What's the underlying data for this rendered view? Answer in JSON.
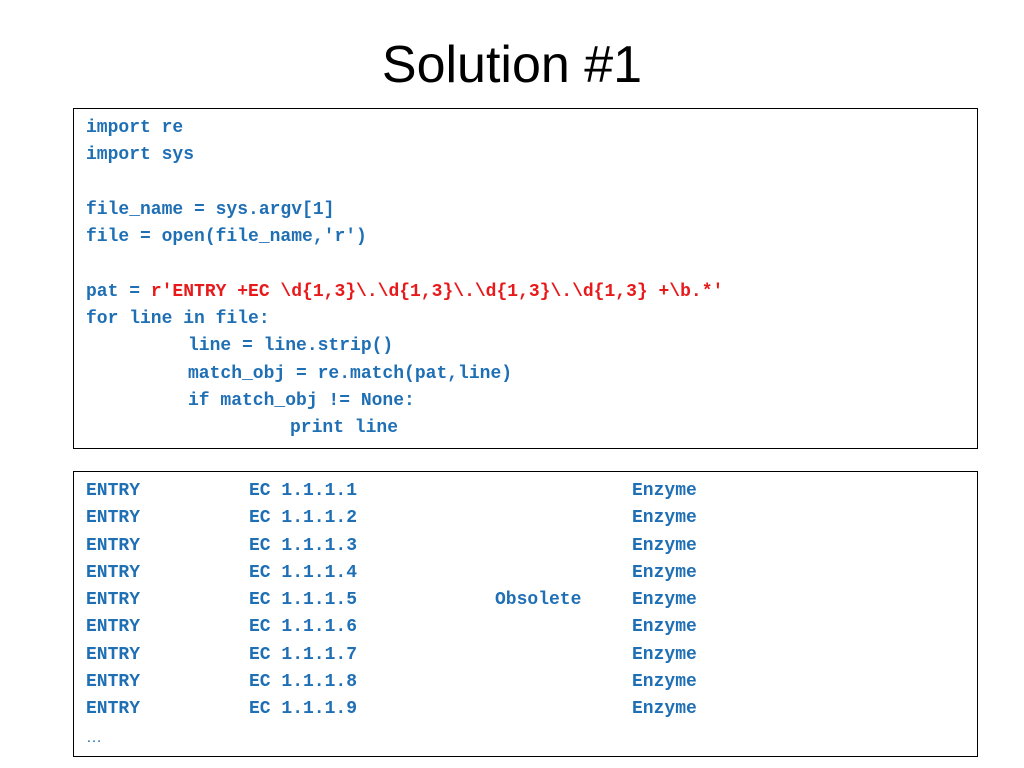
{
  "title": "Solution #1",
  "source_code": {
    "line1": "import re",
    "line2": "import sys",
    "line3": "file_name = sys.argv[1]",
    "line4": "file = open(file_name,'r')",
    "line5_prefix": "pat = ",
    "line5_string": "r'ENTRY +EC \\d{1,3}\\.\\d{1,3}\\.\\d{1,3}\\.\\d{1,3} +\\b.*'",
    "line6": "for line in file:",
    "line7": "line = line.strip()",
    "line8": "match_obj = re.match(pat,line)",
    "line9": "if match_obj != None:",
    "line10": "print line"
  },
  "output": {
    "rows": [
      {
        "entry": "ENTRY",
        "ec": "EC 1.1.1.1",
        "status": "",
        "type": "Enzyme"
      },
      {
        "entry": "ENTRY",
        "ec": "EC 1.1.1.2",
        "status": "",
        "type": "Enzyme"
      },
      {
        "entry": "ENTRY",
        "ec": "EC 1.1.1.3",
        "status": "",
        "type": "Enzyme"
      },
      {
        "entry": "ENTRY",
        "ec": "EC 1.1.1.4",
        "status": "",
        "type": "Enzyme"
      },
      {
        "entry": "ENTRY",
        "ec": "EC 1.1.1.5",
        "status": "Obsolete",
        "type": "Enzyme"
      },
      {
        "entry": "ENTRY",
        "ec": "EC 1.1.1.6",
        "status": "",
        "type": "Enzyme"
      },
      {
        "entry": "ENTRY",
        "ec": "EC 1.1.1.7",
        "status": "",
        "type": "Enzyme"
      },
      {
        "entry": "ENTRY",
        "ec": "EC 1.1.1.8",
        "status": "",
        "type": "Enzyme"
      },
      {
        "entry": "ENTRY",
        "ec": "EC 1.1.1.9",
        "status": "",
        "type": "Enzyme"
      }
    ],
    "ellipsis": "…"
  },
  "colors": {
    "code_blue": "#1f6fb5",
    "string_red": "#e8191a"
  }
}
